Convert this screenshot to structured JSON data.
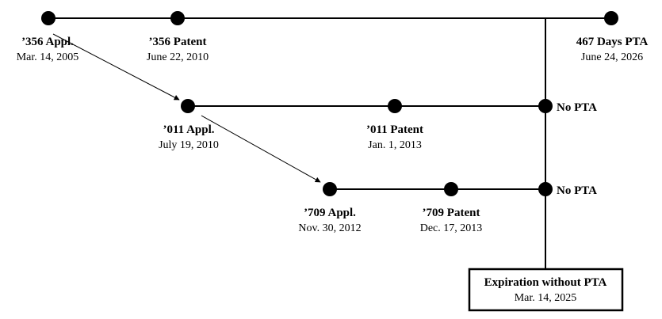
{
  "nodes": {
    "appl_356": {
      "title": "’356 Appl.",
      "date": "Mar. 14, 2005"
    },
    "patent_356": {
      "title": "’356 Patent",
      "date": "June 22, 2010"
    },
    "pta_467": {
      "title": "467 Days PTA",
      "date": "June 24, 2026"
    },
    "appl_011": {
      "title": "’011 Appl.",
      "date": "July 19, 2010"
    },
    "patent_011": {
      "title": "’011 Patent",
      "date": "Jan. 1, 2013"
    },
    "nopta_011": {
      "title": "No PTA"
    },
    "appl_709": {
      "title": "’709 Appl.",
      "date": "Nov. 30, 2012"
    },
    "patent_709": {
      "title": "’709 Patent",
      "date": "Dec. 17, 2013"
    },
    "nopta_709": {
      "title": "No PTA"
    }
  },
  "expiration_box": {
    "title": "Expiration without PTA",
    "date": "Mar. 14, 2025"
  }
}
